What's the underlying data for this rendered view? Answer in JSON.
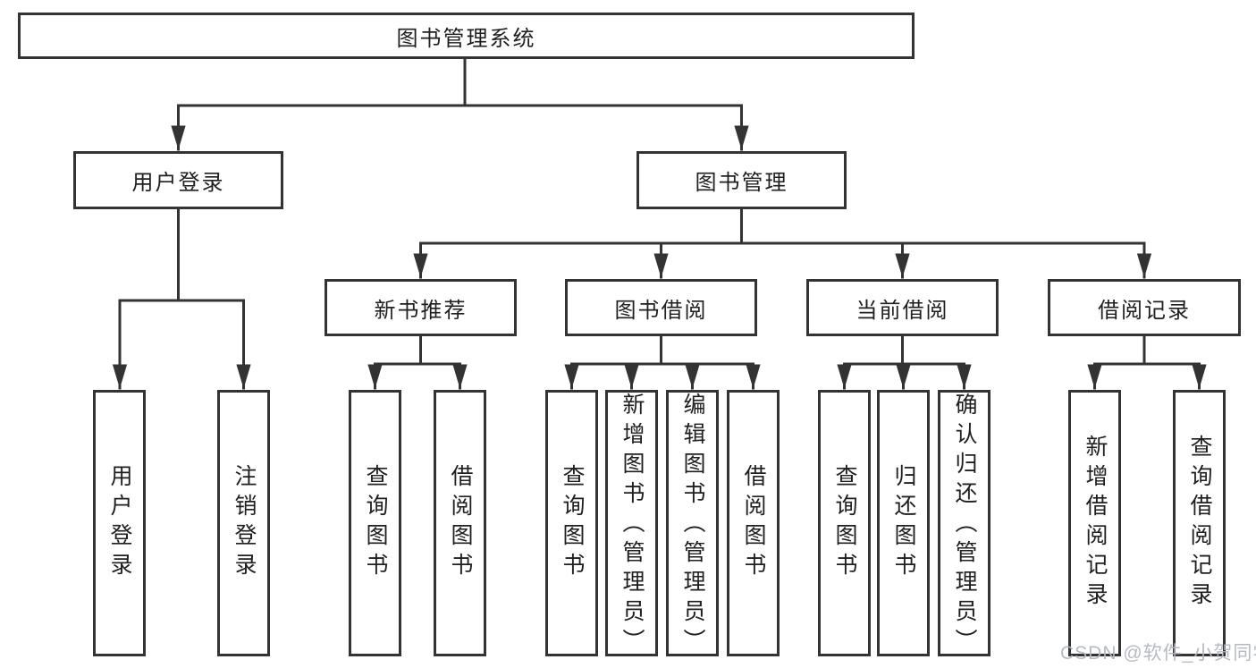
{
  "diagram": {
    "background": "#ffffff",
    "line_color": "#333333",
    "text_color": "#1f1f1f",
    "watermark": {
      "text": "CSDN @软件_小贺同学",
      "color": "#b4b8bf"
    },
    "tree": {
      "label": "图书管理系统",
      "children": [
        {
          "label": "用户登录",
          "children": [
            {
              "label": "用户登录"
            },
            {
              "label": "注销登录"
            }
          ]
        },
        {
          "label": "图书管理",
          "children": [
            {
              "label": "新书推荐",
              "children": [
                {
                  "label": "查询图书"
                },
                {
                  "label": "借阅图书"
                }
              ]
            },
            {
              "label": "图书借阅",
              "children": [
                {
                  "label": "查询图书"
                },
                {
                  "label": "新增图书（管理员）"
                },
                {
                  "label": "编辑图书（管理员）"
                },
                {
                  "label": "借阅图书"
                }
              ]
            },
            {
              "label": "当前借阅",
              "children": [
                {
                  "label": "查询图书"
                },
                {
                  "label": "归还图书"
                },
                {
                  "label": "确认归还（管理员）"
                }
              ]
            },
            {
              "label": "借阅记录",
              "children": [
                {
                  "label": "新增借阅记录"
                },
                {
                  "label": "查询借阅记录"
                }
              ]
            }
          ]
        }
      ]
    }
  }
}
